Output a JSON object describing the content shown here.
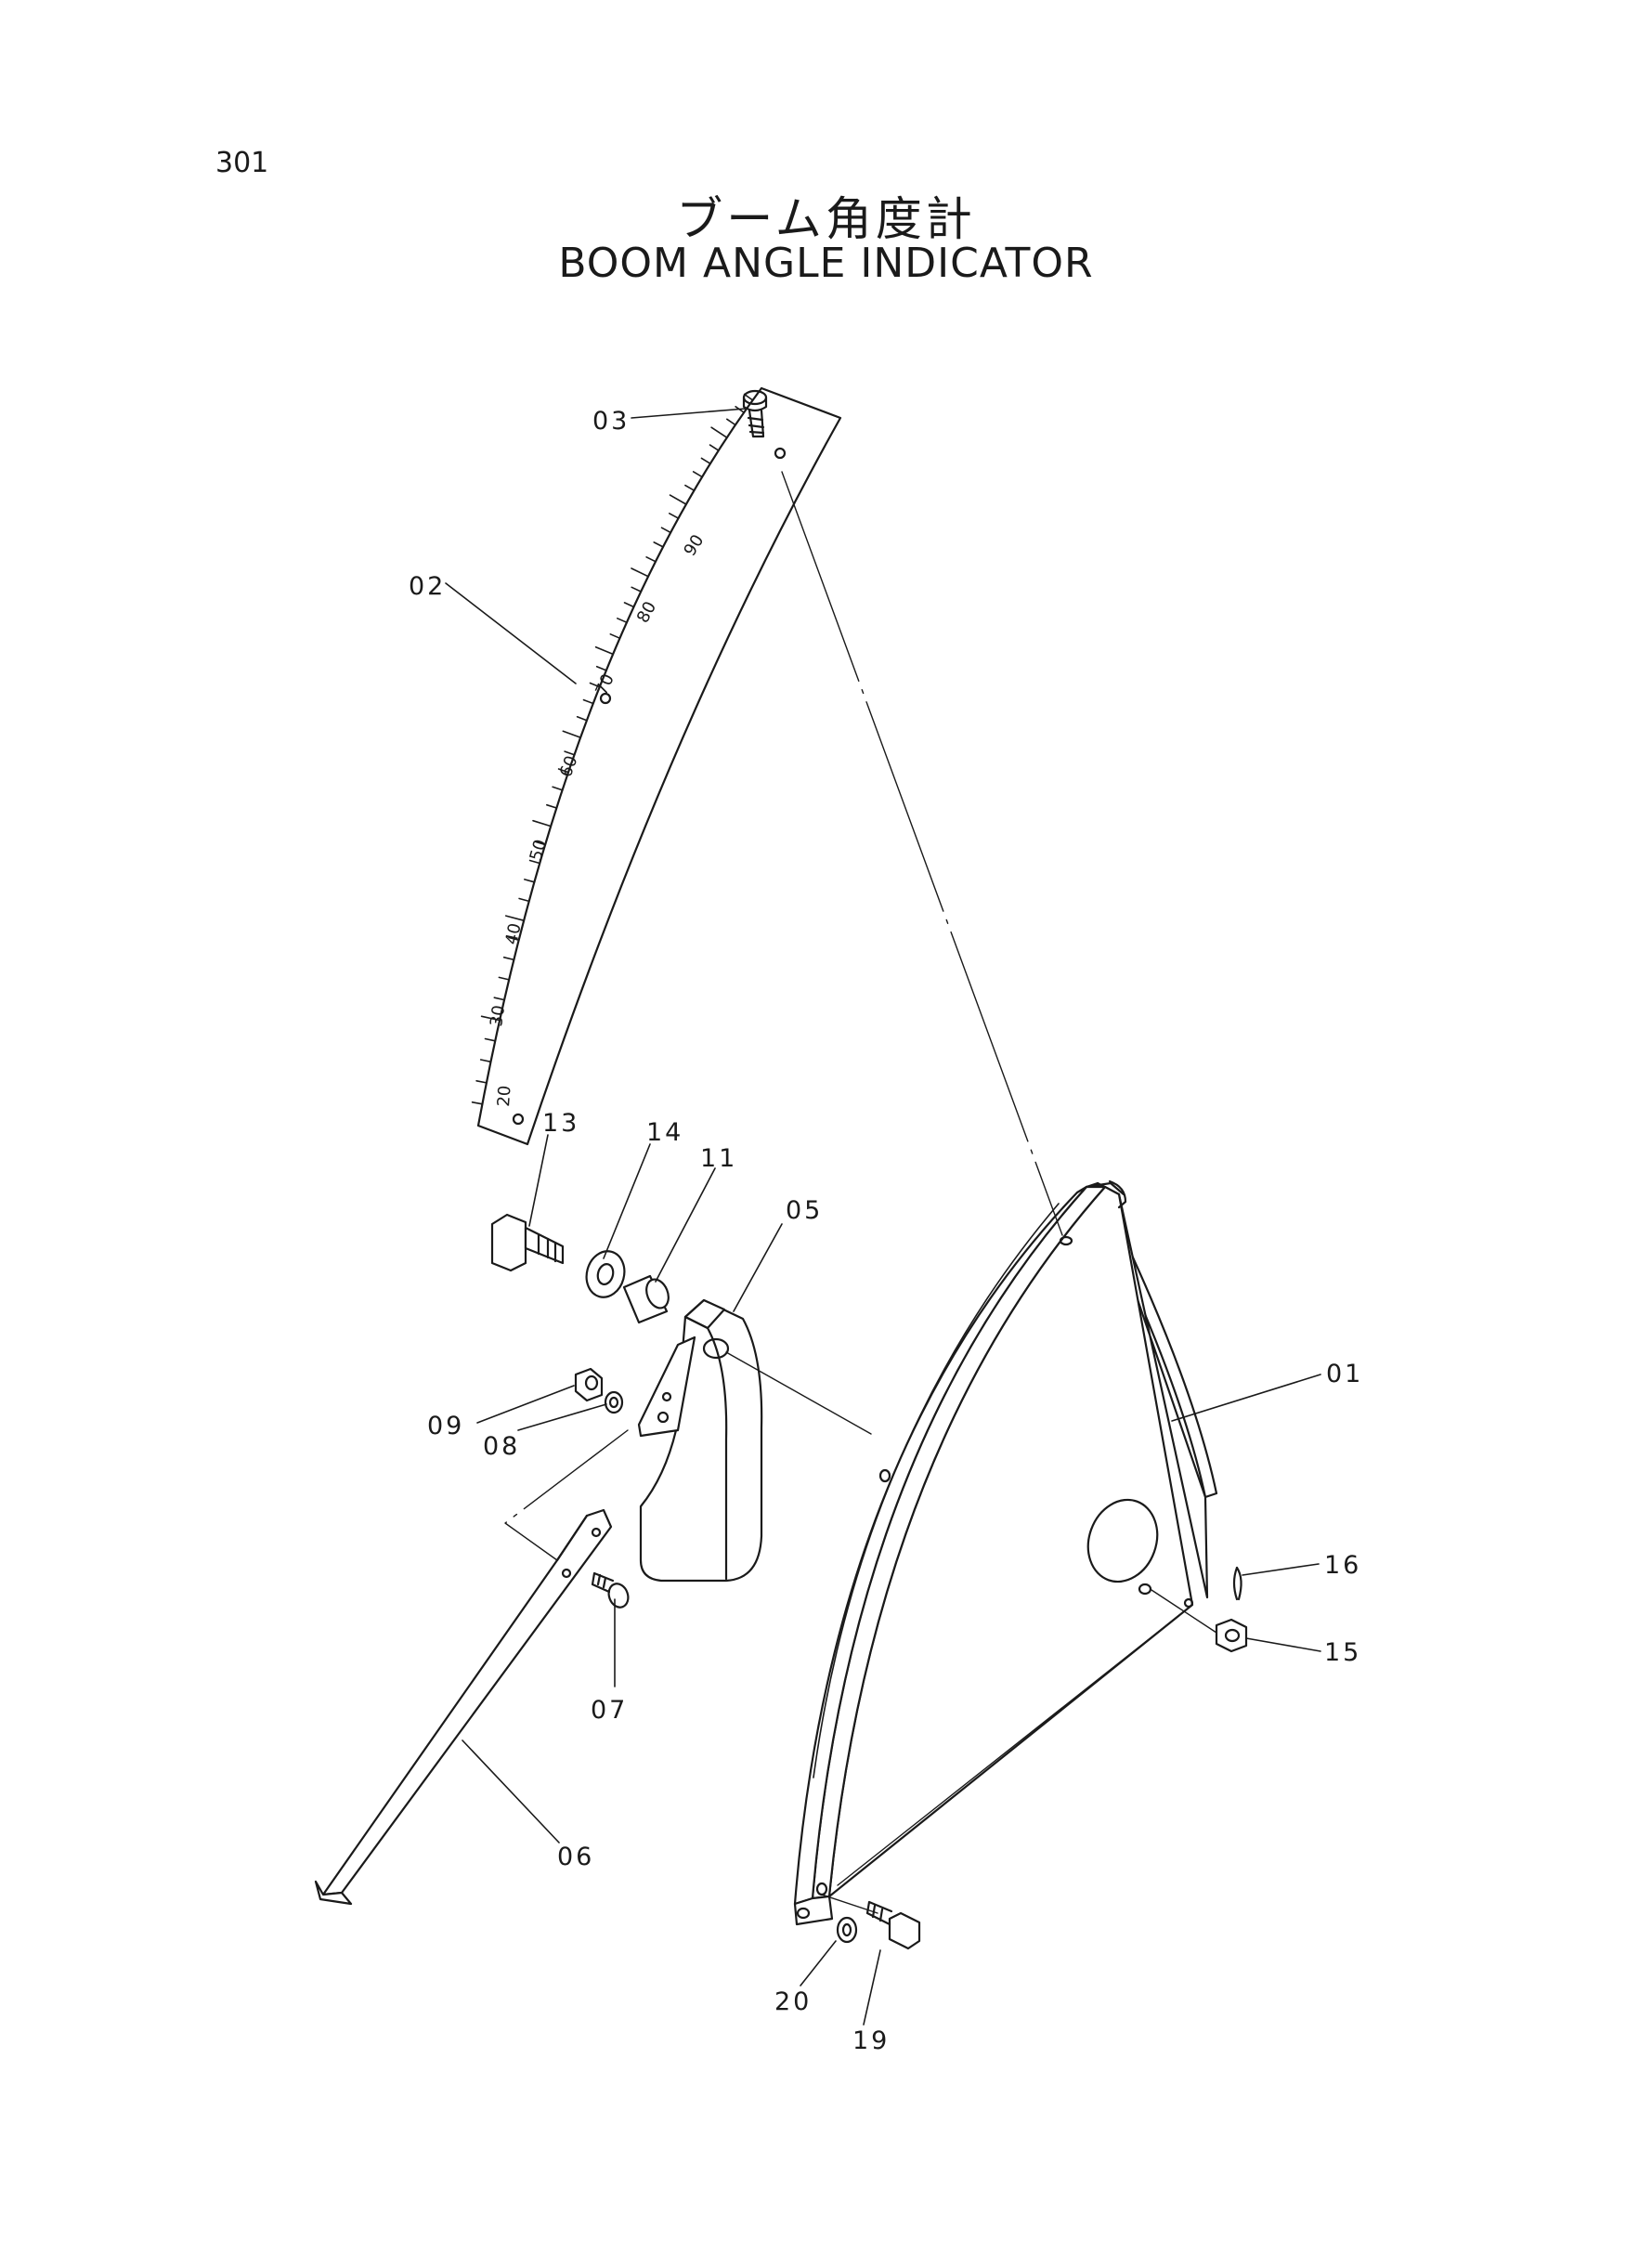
{
  "page_number": "301",
  "title_jp": "ブーム角度計",
  "title_en": "BOOM ANGLE INDICATOR",
  "scale_labels": [
    "90",
    "80",
    "70",
    "60",
    "50",
    "40",
    "30",
    "20"
  ],
  "callouts": [
    {
      "id": "01",
      "text": "01"
    },
    {
      "id": "02",
      "text": "02"
    },
    {
      "id": "03",
      "text": "03"
    },
    {
      "id": "05",
      "text": "05"
    },
    {
      "id": "06",
      "text": "06"
    },
    {
      "id": "07",
      "text": "07"
    },
    {
      "id": "08",
      "text": "08"
    },
    {
      "id": "09",
      "text": "09"
    },
    {
      "id": "11",
      "text": "11"
    },
    {
      "id": "13",
      "text": "13"
    },
    {
      "id": "14",
      "text": "14"
    },
    {
      "id": "15",
      "text": "15"
    },
    {
      "id": "16",
      "text": "16"
    },
    {
      "id": "19",
      "text": "19"
    },
    {
      "id": "20",
      "text": "20"
    }
  ]
}
